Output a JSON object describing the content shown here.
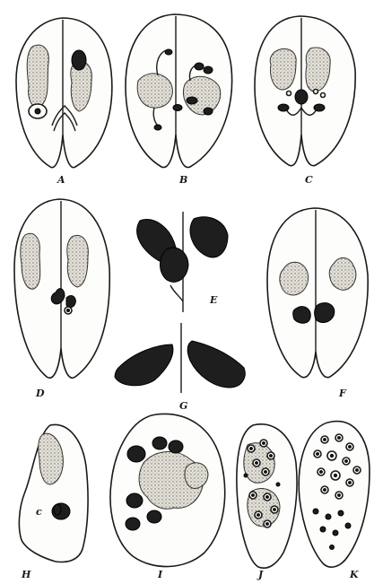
{
  "labels": {
    "A": "A",
    "B": "B",
    "C": "C",
    "D": "D",
    "E": "E",
    "F": "F",
    "G": "G",
    "H": "H",
    "I": "I",
    "J": "J",
    "K": "K",
    "H_inner": "c"
  },
  "colors": {
    "ink": "#1a1a1a",
    "paper": "#ffffff",
    "stipple": "#d6d2c8",
    "dark": "#1e1e1e"
  }
}
